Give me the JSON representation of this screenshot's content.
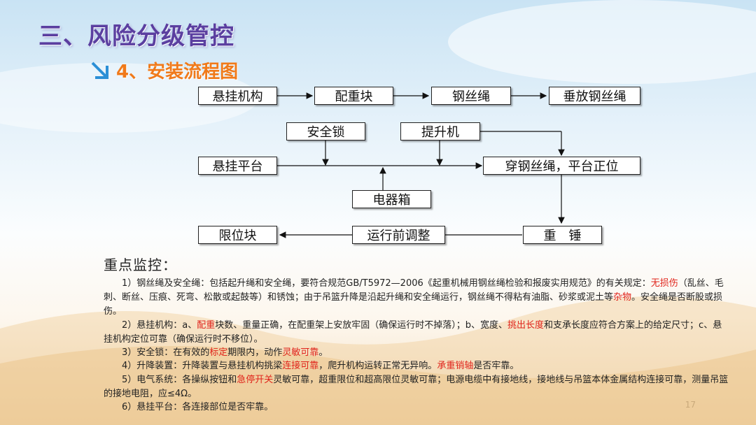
{
  "header": {
    "title": "三、风险分级管控",
    "subtitle": "4、安装流程图"
  },
  "flowchart": {
    "n1": "悬挂机构",
    "n2": "配重块",
    "n3": "钢丝绳",
    "n4": "垂放钢丝绳",
    "n5": "安全锁",
    "n6": "提升机",
    "n7": "悬挂平台",
    "n8": "穿钢丝绳，平台正位",
    "n9": "电器箱",
    "n10": "限位块",
    "n11": "运行前调整",
    "n12": "重　锤"
  },
  "monitoring": {
    "heading": "重点监控：",
    "p1": {
      "a": "1）钢丝绳及安全绳：包括起升绳和安全绳，要符合规范GB/T5972—2006《起重机械用钢丝绳检验和报废实用规范》的有关规定：",
      "b": "无损伤",
      "c": "（乱丝、毛刺、断丝、压痕、死弯、松散或起鼓等）和锈蚀；由于吊篮升降是沿起升绳和安全绳运行，钢丝绳不得粘有油脂、砂浆或泥土等",
      "d": "杂物",
      "e": "。安全绳是否断股或损伤。"
    },
    "p2": {
      "a": "2）悬挂机构：a、",
      "b": "配重",
      "c": "块数、重量正确，在配重架上安放牢固（确保运行时不掉落）；b、宽度、",
      "d": "挑出长度",
      "e": "和支承长度应符合方案上的给定尺寸；c、悬挂机构定位可靠（确保运行时不移位）。"
    },
    "p3": {
      "a": "3）安全锁：在有效的",
      "b": "标定",
      "c": "期限内，动作",
      "d": "灵敏可靠",
      "e": "。"
    },
    "p4": {
      "a": "4）升降装置：升降装置与悬挂机构挑梁",
      "b": "连接可靠",
      "c": "，爬升机构运转正常无异响。",
      "d": "承重销轴",
      "e": "是否牢靠。"
    },
    "p5": {
      "a": "5）电气系统：各操纵按钮和",
      "b": "急停开关",
      "c": "灵敏可靠，超重限位和超高限位灵敏可靠；电源电缆中有接地线，接地线与吊篮本体金属结构连接可靠，测量吊篮的接地电阻，应≤4Ω。"
    },
    "p6": "6）悬挂平台：各连接部位是否牢靠。"
  },
  "page_number": "17",
  "colors": {
    "title": "#5b3fa0",
    "subtitle": "#f07a1a",
    "highlight": "#e0241b",
    "arrow_icon": "#2b8fd6"
  }
}
